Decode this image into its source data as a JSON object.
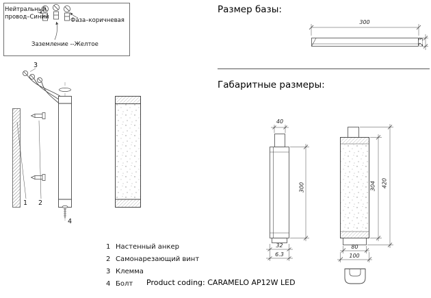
{
  "wiring": {
    "neutral": "Нейтральный провод–Синий",
    "phase": "Фаза–коричневая",
    "ground": "Заземление --Желтое"
  },
  "titles": {
    "base_size": "Размер базы:",
    "overall_size": "Габаритные размеры:"
  },
  "parts": {
    "n1": "1",
    "n2": "2",
    "n3": "3",
    "n4": "4"
  },
  "dims": {
    "base_length": "300",
    "base_thickness": "2.3",
    "top_width": "40",
    "body_height": "300",
    "body_width": "32",
    "body_depth": "6.3",
    "front_body_height": "304",
    "front_total_height": "420",
    "front_body_width": "80",
    "front_total_width": "100"
  },
  "legend": [
    {
      "num": "1",
      "label": "Настенный анкер"
    },
    {
      "num": "2",
      "label": "Самонарезающий винт"
    },
    {
      "num": "3",
      "label": "Клемма"
    },
    {
      "num": "4",
      "label": "Болт"
    }
  ],
  "product_coding": "Product coding: CARAMELO AP12W LED"
}
